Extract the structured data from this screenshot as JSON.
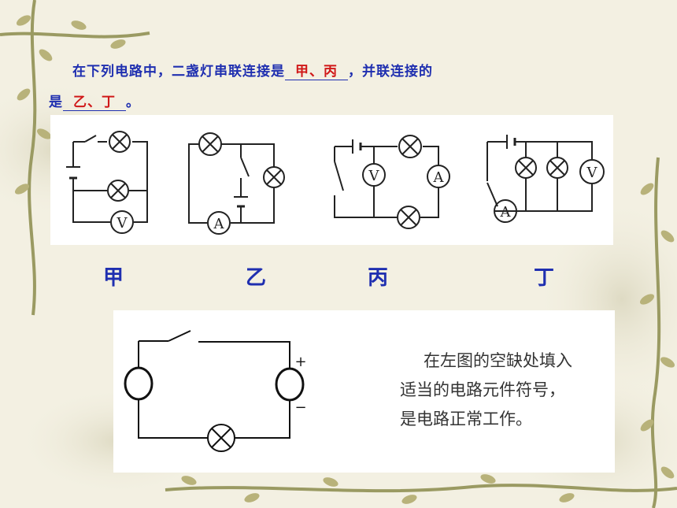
{
  "question": {
    "part1_prefix": "在下列电路中，二盏灯串联连接是",
    "series_answer": "甲、丙",
    "part1_suffix": "，并联连接的",
    "part2_prefix": "是",
    "parallel_answer": "乙、丁",
    "part2_suffix": "。"
  },
  "circuits": [
    {
      "label": "甲",
      "meter_labels": [
        "V"
      ]
    },
    {
      "label": "乙",
      "meter_labels": [
        "A"
      ]
    },
    {
      "label": "丙",
      "meter_labels": [
        "V",
        "A"
      ]
    },
    {
      "label": "丁",
      "meter_labels": [
        "V",
        "A"
      ]
    }
  ],
  "task_circuit": {
    "plus": "+",
    "minus": "−"
  },
  "instruction": {
    "lines": [
      "在左图的空缺处填入",
      "适当的电路元件符号，",
      "是电路正常工作。"
    ]
  },
  "colors": {
    "question_text": "#1f2fb0",
    "answer_text": "#d01818",
    "background": "#f3f0e2"
  }
}
